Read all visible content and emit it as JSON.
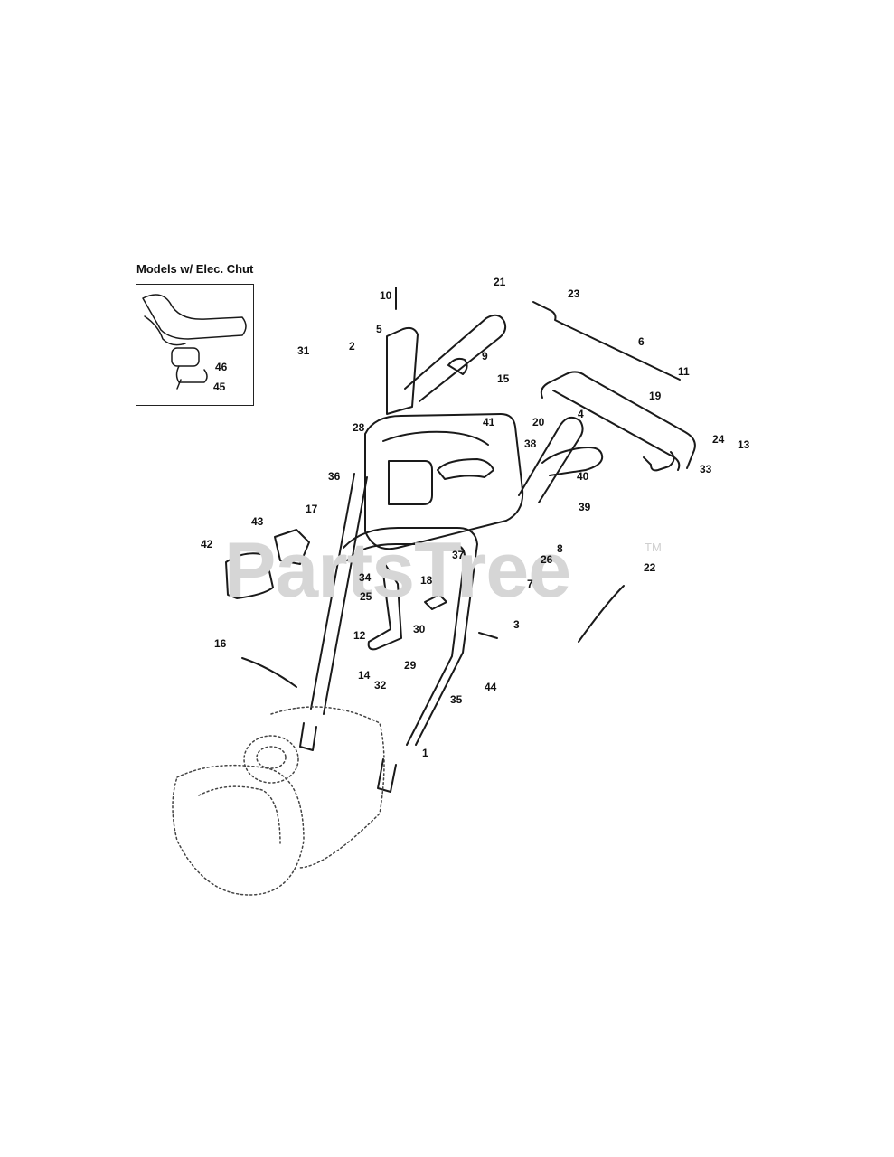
{
  "inset": {
    "title": "Models w/ Elec. Chut",
    "labels": [
      "46",
      "45"
    ]
  },
  "watermark": {
    "text": "PartsTree",
    "tm": "TM"
  },
  "callouts": [
    "10",
    "21",
    "23",
    "5",
    "31",
    "2",
    "9",
    "6",
    "15",
    "11",
    "19",
    "28",
    "41",
    "20",
    "4",
    "24",
    "13",
    "38",
    "36",
    "40",
    "33",
    "17",
    "39",
    "43",
    "8",
    "42",
    "26",
    "37",
    "7",
    "22",
    "34",
    "18",
    "25",
    "3",
    "30",
    "12",
    "16",
    "29",
    "14",
    "32",
    "35",
    "44",
    "1"
  ],
  "colors": {
    "ink": "#111111",
    "frame": "#1a1a1a",
    "dotted": "#444444",
    "watermark": "#d6d6d6"
  }
}
